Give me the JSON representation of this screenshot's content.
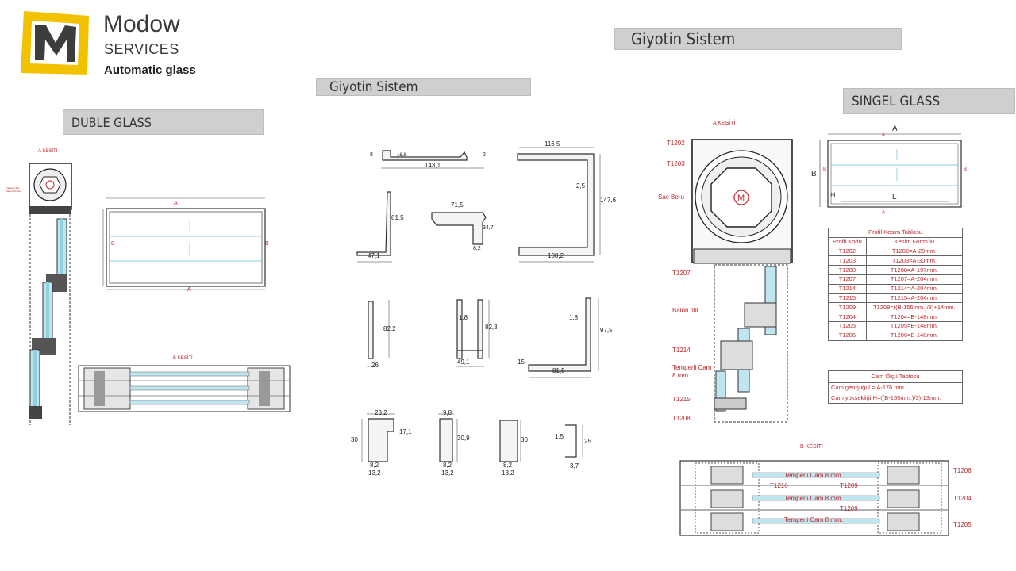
{
  "brand": {
    "name": "Modow",
    "services": "SERVICES",
    "tagline": "Automatic glass",
    "colors": {
      "yellow": "#f2c200",
      "dark": "#333333"
    }
  },
  "headers": {
    "duble_glass": "DUBLE GLASS",
    "giyotin_left": "Giyotin Sistem",
    "giyotin_right": "Giyotin Sistem",
    "singel_glass": "SINGEL GLASS"
  },
  "left_drawing": {
    "a_kesiti": "A KESİTİ",
    "b_kesiti": "B KESİTİ",
    "a": "A",
    "b": "B"
  },
  "profiles": {
    "p1_w": "143,1",
    "p1_h": "8",
    "p1_h2": "2",
    "p1_h3": "16,8",
    "p2_w": "47,1",
    "p2_h": "81,5",
    "p3_w": "71,5",
    "p3_h": "34,7",
    "p3_w2": "8,2",
    "p4_w": "116 5",
    "p4_h": "147,6",
    "p4_t": "2,5",
    "p4_w2": "108,2",
    "p5_w": "26",
    "p5_h": "82,2",
    "p6_w": "49,1",
    "p6_t": "1,8",
    "p6_h": "82,3",
    "p7_t": "1,8",
    "p7_h": "97,5",
    "p7_w": "81,5",
    "p7_t2": "15",
    "p8_w": "23,2",
    "p8_h": "30",
    "p8_h2": "17,1",
    "p8_w2": "8,2",
    "p8_w3": "13,2",
    "p9_w": "9,8",
    "p9_h": "30,9",
    "p9_w2": "8,2",
    "p9_w3": "13,2",
    "p10_h": "30",
    "p10_w": "8,2",
    "p10_w2": "13,2",
    "p11_t": "1,5",
    "p11_h": "25",
    "p11_w": "3,7"
  },
  "right_drawing": {
    "a_kesiti": "A KESİTİ",
    "b_kesiti": "B KESİTİ",
    "labels": {
      "t1202": "T1202",
      "t1203": "T1203",
      "sac_boru": "Sac Boru",
      "t1207": "T1207",
      "balon_fitil": "Balon fitil",
      "t1214": "T1214",
      "temperli_cam": "Temperli Cam",
      "mm8": "8 mm.",
      "t1215": "T1215",
      "t1208": "T1208"
    },
    "glass_a": "A",
    "glass_b": "B",
    "glass_h": "H",
    "glass_l": "L",
    "b_labels": {
      "t1206": "T1206",
      "t1204": "T1204",
      "t1205": "T1205",
      "t1216": "T1216",
      "t1209a": "T1209",
      "t1209b": "T1209",
      "cam1": "Temperli Cam 8 mm.",
      "cam2": "Temperli Cam 8 mm.",
      "cam3": "Temperli Cam 8 mm."
    }
  },
  "profile_table": {
    "title": "Profil Kesim Tablosu",
    "col1": "Profil Kodu",
    "col2": "Kesim Formülü",
    "rows": [
      [
        "T1202",
        "T1202=A-29mm."
      ],
      [
        "T1203",
        "T1203=A-30mm."
      ],
      [
        "T1208",
        "T1208=A-197mm."
      ],
      [
        "T1207",
        "T1207=A-204mm."
      ],
      [
        "T1214",
        "T1214=A-204mm."
      ],
      [
        "T1215",
        "T1215=A-204mm."
      ],
      [
        "T1209",
        "T1209=((B-155mm.)/3)+14mm."
      ],
      [
        "T1204",
        "T1204=B-148mm."
      ],
      [
        "T1205",
        "T1205=B-148mm."
      ],
      [
        "T1206",
        "T1206=B-148mm."
      ]
    ]
  },
  "glass_table": {
    "title": "Cam Ölçü Tablosu",
    "rows": [
      "Cam genişliği L= A-176 mm.",
      "Cam  yüksekliği H=((B-155mm.)/3)-13mm."
    ]
  }
}
